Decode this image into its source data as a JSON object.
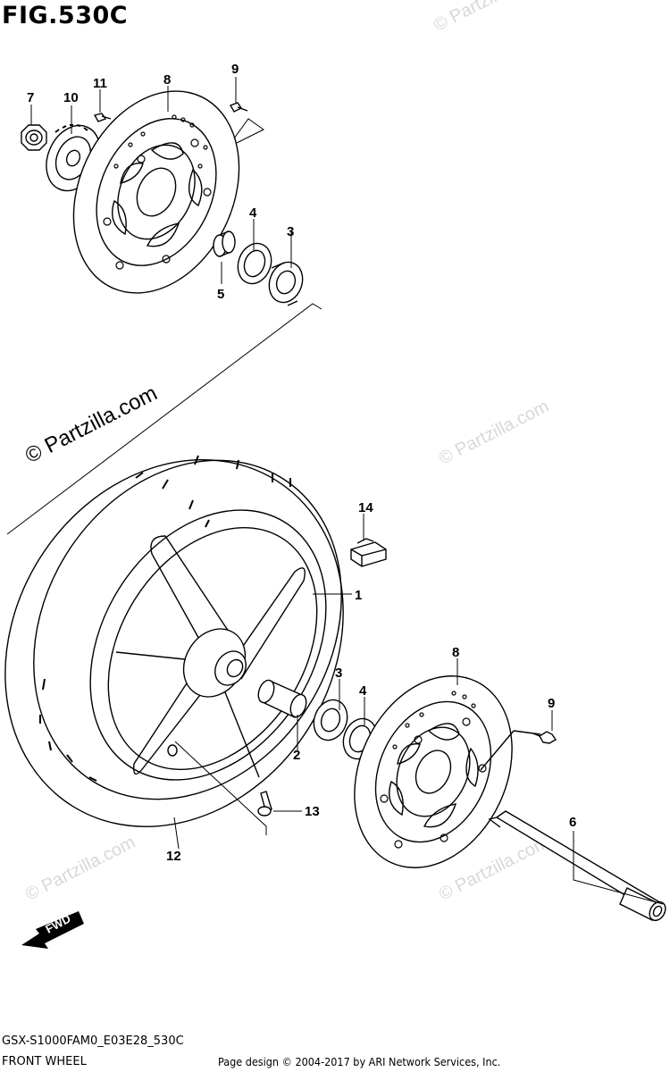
{
  "figure": {
    "title": "FIG.530C",
    "diagram_code": "GSX-S1000FAM0_E03E28_530C",
    "section_title": "FRONT WHEEL",
    "credit": "Page design © 2004-2017 by ARI Network Services, Inc."
  },
  "watermarks": {
    "main": "© Partzilla.com",
    "faint": "© Partzilla.com"
  },
  "direction_marker": {
    "label": "FWD"
  },
  "callouts": [
    "1",
    "2",
    "3",
    "3",
    "4",
    "4",
    "5",
    "6",
    "7",
    "8",
    "8",
    "9",
    "9",
    "10",
    "11",
    "12",
    "13",
    "14"
  ]
}
